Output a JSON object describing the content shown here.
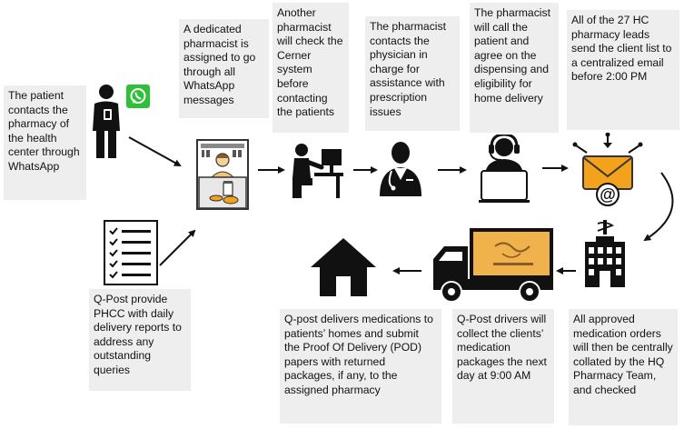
{
  "steps": {
    "patient_contacts": "The patient contacts the pharmacy of the health center through WhatsApp",
    "dedicated_pharmacist": "A dedicated pharmacist is assigned to go through all WhatsApp messages",
    "another_pharmacist": "Another pharmacist will check the Cerner system before contacting the patients",
    "contacts_physician": "The pharmacist contacts the physician in charge for assistance with prescription issues",
    "call_patient": "The pharmacist will call the patient and agree on the dispensing and eligibility  for home delivery",
    "hc_leads": "All of the 27 HC pharmacy leads send the client list to a centralized email before 2:00 PM",
    "approved_orders": "All approved medication orders will then be centrally collated by the HQ Pharmacy Team, and checked",
    "drivers_collect": "Q-Post drivers will collect the clients’ medication packages the next day at 9:00 AM",
    "qpost_delivers": "Q-post delivers medications to patients’ homes and submit the Proof Of Delivery (POD) papers with returned packages, if any, to the assigned pharmacy",
    "daily_reports": "Q-Post provide PHCC with daily delivery reports to address any outstanding queries"
  },
  "icons": {
    "patient": "person-phone-icon",
    "whatsapp": "whatsapp-icon",
    "pharmacy": "pharmacy-counter-icon",
    "computer": "person-computer-icon",
    "doctor": "doctor-icon",
    "call_center": "headset-laptop-icon",
    "email": "email-icon",
    "hq": "hospital-building-icon",
    "truck": "delivery-truck-icon",
    "home": "house-icon",
    "checklist": "checklist-icon"
  },
  "colors": {
    "box_bg": "#eeeeee",
    "whatsapp_green": "#2fbf3a",
    "email_orange": "#f3a21b",
    "truck_cargo": "#f0b24a"
  }
}
